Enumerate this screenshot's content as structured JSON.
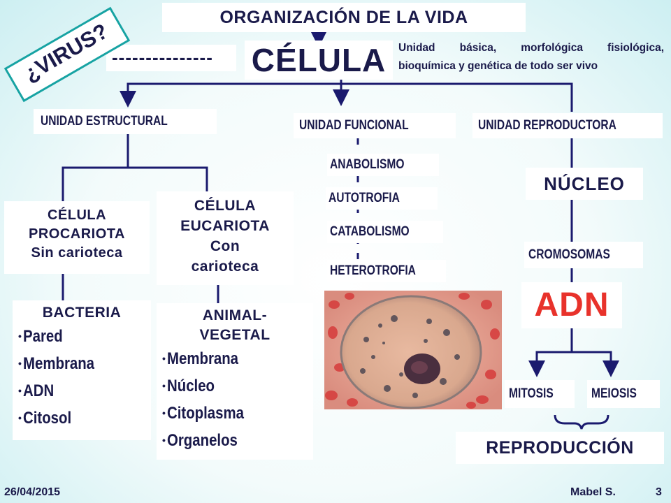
{
  "title": "ORGANIZACIÓN DE LA VIDA",
  "dashes": "---------------",
  "center": "CÉLULA",
  "definition_line1": "Unidad básica, morfológica fisiológica,",
  "definition_line2": "bioquímica y genética de todo ser vivo",
  "virus": "¿VIRUS?",
  "structural": {
    "label": "UNIDAD  ESTRUCTURAL",
    "prokaryote": {
      "line1": "CÉLULA",
      "line2": "PROCARIOTA",
      "line3": "Sin carioteca"
    },
    "eukaryote": {
      "line1": "CÉLULA",
      "line2": "EUCARIOTA",
      "line3": "Con",
      "line4": "carioteca"
    },
    "bacteria": {
      "header": "BACTERIA",
      "items": [
        "Pared",
        "Membrana",
        "ADN",
        "Citosol"
      ]
    },
    "animal": {
      "header1": "ANIMAL-",
      "header2": "VEGETAL",
      "items": [
        "Membrana",
        "Núcleo",
        "Citoplasma",
        "Organelos"
      ]
    }
  },
  "functional": {
    "label": "UNIDAD FUNCIONAL",
    "items": [
      "ANABOLISMO",
      "AUTOTROFIA",
      "CATABOLISMO",
      "HETEROTROFIA"
    ]
  },
  "reproductive": {
    "label": "UNIDAD  REPRODUCTORA",
    "nucleus": "NÚCLEO",
    "chromosomes": "CROMOSOMAS",
    "dna": "ADN",
    "mitosis": "MITOSIS",
    "meiosis": "MEIOSIS",
    "reproduction": "REPRODUCCIÓN"
  },
  "footer": {
    "date": "26/04/2015",
    "author": "Mabel S.",
    "page": "3"
  },
  "colors": {
    "text": "#1a1a4a",
    "line": "#1a1a6e",
    "dna": "#e8322b",
    "virus_border": "#17a3a3"
  }
}
